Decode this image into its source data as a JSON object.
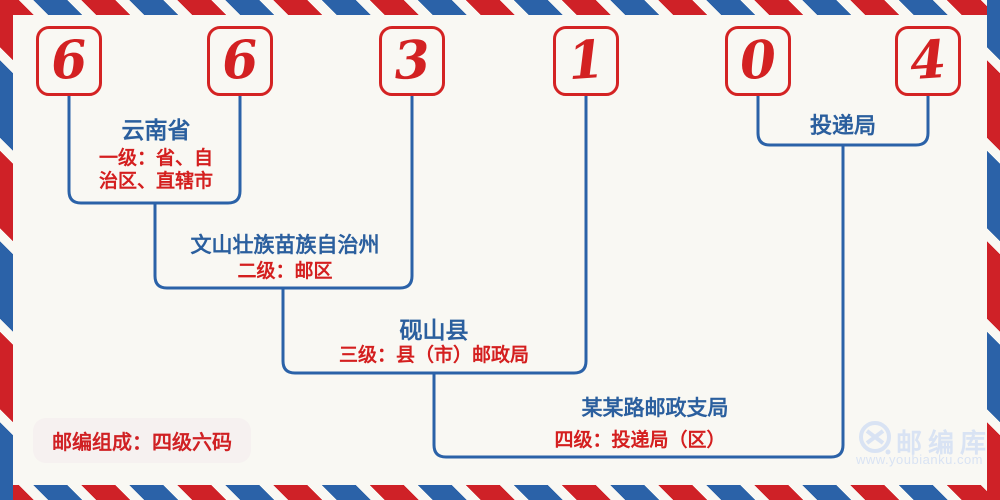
{
  "postal_code": {
    "digits": [
      "6",
      "6",
      "3",
      "1",
      "0",
      "4"
    ]
  },
  "levels": [
    {
      "name": "云南省",
      "desc_line1": "一级：省、自",
      "desc_line2": "治区、直辖市"
    },
    {
      "name": "文山壮族苗族自治州",
      "desc_line1": "二级：邮区"
    },
    {
      "name": "砚山县",
      "desc_line1": "三级：县（市）邮政局"
    },
    {
      "name": "某某路邮政支局",
      "desc_line1": "四级：投递局（区）"
    }
  ],
  "delivery_office_label": "投递局",
  "badge": {
    "text": "邮编组成：四级六码"
  },
  "watermark": {
    "brand": "邮编库",
    "url": "www.youbianku.com",
    "icon": "envelope-circle-icon"
  },
  "colors": {
    "red": "#d02124",
    "stripe_red": "#cf2127",
    "blue_line": "#2b62a8",
    "blue_text": "#2b5f9e",
    "background": "#f9f8f3",
    "badge_bg": "#f6f1f0",
    "watermark": "#d9e3f3"
  }
}
